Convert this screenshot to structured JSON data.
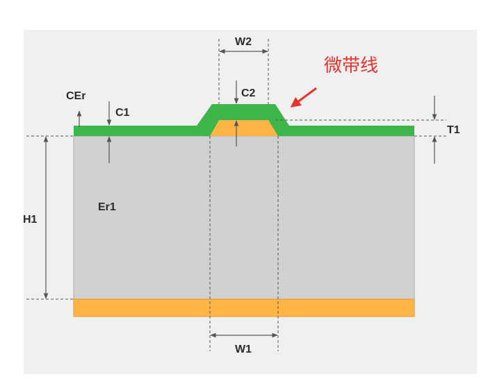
{
  "diagram": {
    "callout": "微带线",
    "labels": {
      "w2": "W2",
      "c2": "C2",
      "cer": "CEr",
      "c1": "C1",
      "t1": "T1",
      "h1": "H1",
      "er1": "Er1",
      "w1": "W1"
    },
    "colors": {
      "panel": "#f0f0f0",
      "dielectric": "#d1d1d1",
      "coating": "#3db54a",
      "copper": "#ffb546",
      "callout": "#e8322c",
      "dimension": "#555555"
    }
  }
}
